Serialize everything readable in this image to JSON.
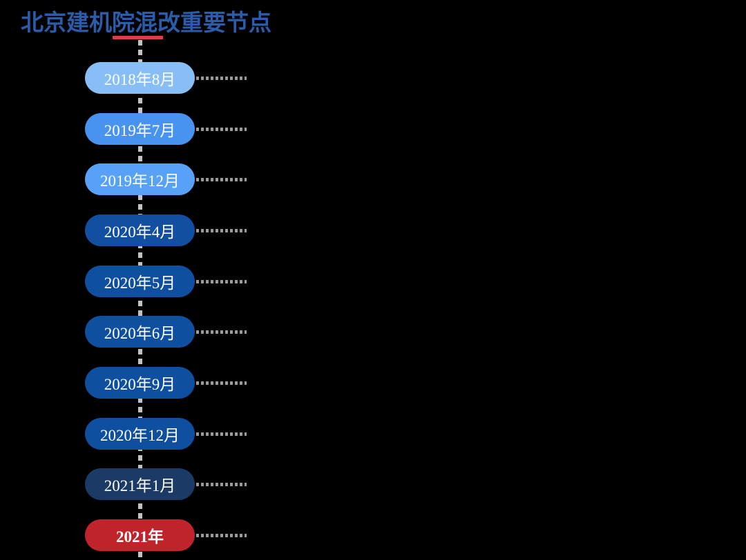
{
  "page": {
    "background": "#000000"
  },
  "header": {
    "title": "北京建机院混改重要节点",
    "title_color": "#2B5CA9",
    "underline_color": "#DD3C4D"
  },
  "timeline": {
    "axis_line_color": "#C2C2C2",
    "connector_color": "#9B9B9B",
    "node_text_color": "#FFFFFF",
    "nodes": [
      {
        "label": "2018年8月",
        "color": "#87BEF6",
        "bold": false
      },
      {
        "label": "2019年7月",
        "color": "#4893EF",
        "bold": false
      },
      {
        "label": "2019年12月",
        "color": "#57A2F6",
        "bold": false
      },
      {
        "label": "2020年4月",
        "color": "#124FA0",
        "bold": false
      },
      {
        "label": "2020年5月",
        "color": "#0F4FA0",
        "bold": false
      },
      {
        "label": "2020年6月",
        "color": "#0F4FA0",
        "bold": false
      },
      {
        "label": "2020年9月",
        "color": "#0F4FA0",
        "bold": false
      },
      {
        "label": "2020年12月",
        "color": "#0F4FA0",
        "bold": false
      },
      {
        "label": "2021年1月",
        "color": "#1B3A66",
        "bold": false
      },
      {
        "label": "2021年",
        "color": "#C0242B",
        "bold": true
      }
    ]
  }
}
